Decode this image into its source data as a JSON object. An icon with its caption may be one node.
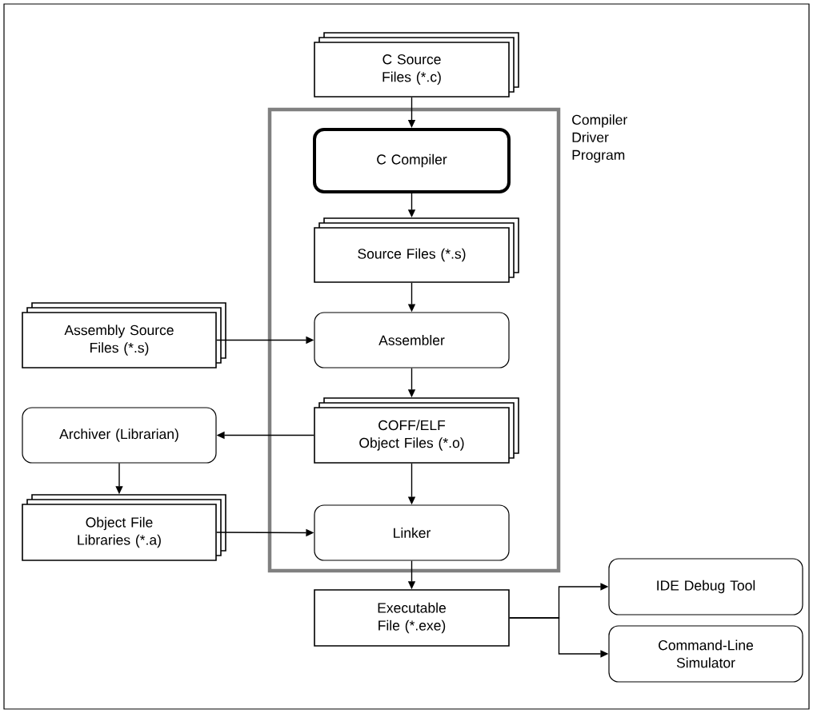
{
  "diagram": {
    "nodes": [
      {
        "text": [
          "Compiler Driver Program"
        ]
      },
      {
        "text": [
          "C Source Files (*.c)"
        ]
      },
      {
        "text": [
          "C Compiler"
        ],
        "in": 0
      },
      {
        "text": [
          "Source Files (*.s)"
        ],
        "in": 0
      },
      {
        "text": [
          "Assembly Source Files (*.s)"
        ]
      },
      {
        "text": [
          "Assembler"
        ],
        "in": 0
      },
      {
        "text": [
          "Archiver (Librarian)"
        ]
      },
      {
        "text": [
          "COFF/ELF Object Files (*.o)"
        ],
        "in": 0
      },
      {
        "text": [
          "Object File Libraries (*.a)"
        ]
      },
      {
        "text": [
          "Linker"
        ],
        "in": 0
      },
      {
        "text": [
          "Executable File (*.exe)"
        ]
      },
      {
        "text": [
          "IDE Debug Tool"
        ]
      },
      {
        "text": [
          "Command-Line Simulator"
        ]
      }
    ],
    "edges": [
      {
        "from": 1,
        "to": 2,
        "arrow": "to"
      },
      {
        "from": 2,
        "to": 3,
        "arrow": "to"
      },
      {
        "from": 3,
        "to": 5,
        "arrow": "to"
      },
      {
        "from": 4,
        "to": 5,
        "arrow": "to"
      },
      {
        "from": 5,
        "to": 7,
        "arrow": "to"
      },
      {
        "from": 7,
        "to": 6,
        "arrow": "to"
      },
      {
        "from": 6,
        "to": 8,
        "arrow": "to"
      },
      {
        "from": 7,
        "to": 9,
        "arrow": "to"
      },
      {
        "from": 8,
        "to": 9,
        "arrow": "to"
      },
      {
        "from": 9,
        "to": 10,
        "arrow": "to"
      },
      {
        "from": 10,
        "to": 11,
        "arrow": "to"
      },
      {
        "from": 10,
        "to": 12,
        "arrow": "to"
      }
    ]
  }
}
